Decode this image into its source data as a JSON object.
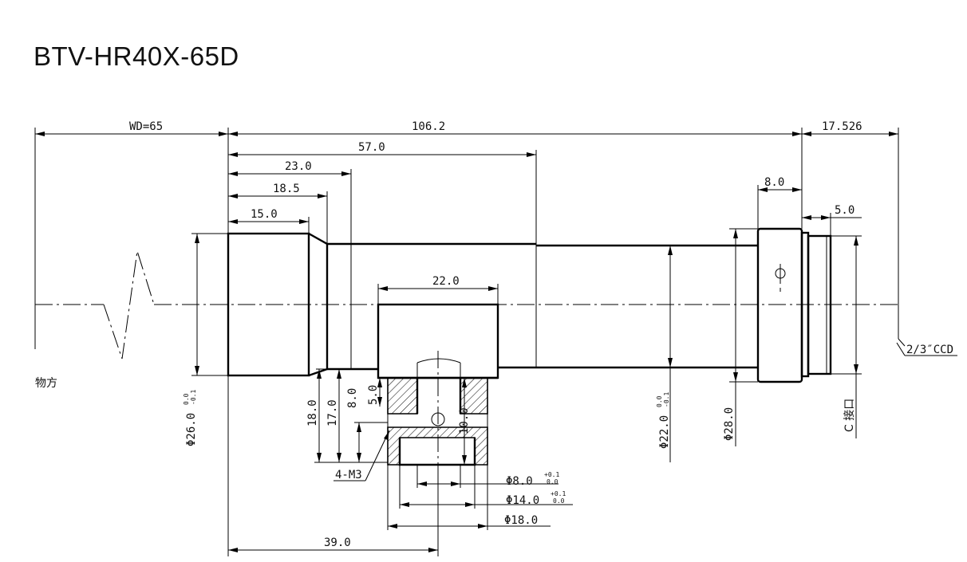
{
  "title": "BTV-HR40X-65D",
  "labels": {
    "object_side": "物方",
    "sensor": "2/3″CCD",
    "mount": "C 接口",
    "screw": "4-M3"
  },
  "dims": {
    "wd": "WD=65",
    "total": "106.2",
    "d57": "57.0",
    "d23": "23.0",
    "d18_5": "18.5",
    "d15": "15.0",
    "d8": "8.0",
    "d17_526": "17.526",
    "d5": "5.0",
    "d22_len": "22.0",
    "d39": "39.0",
    "dia26": "Φ26.0",
    "dia22": "Φ22.0",
    "dia28": "Φ28.0",
    "v18": "18.0",
    "v17": "17.0",
    "v8": "8.0",
    "v5": "5.0",
    "v10": "10.0",
    "hole8": "Φ8.0",
    "hole14": "Φ14.0",
    "hole18": "Φ18.0"
  },
  "tolerances": {
    "zero_upper": "0.0",
    "zero_lower": "-0.1",
    "plus_upper": "+0.1",
    "plus_lower": "0.0"
  }
}
